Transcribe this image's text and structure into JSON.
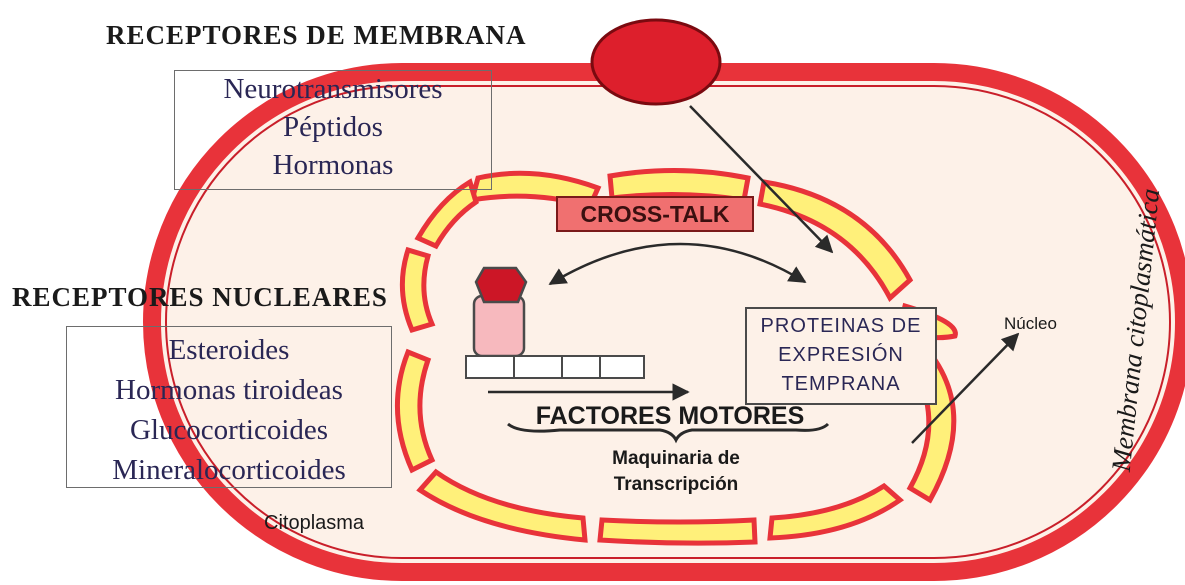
{
  "membrane_receptors": {
    "title": "RECEPTORES DE MEMBRANA",
    "items": [
      "Neurotransmisores",
      "Péptidos",
      "Hormonas"
    ]
  },
  "nuclear_receptors": {
    "title": "RECEPTORES NUCLEARES",
    "items": [
      "Esteroides",
      "Hormonas tiroideas",
      "Glucocorticoides",
      "Mineralocorticoides"
    ]
  },
  "cross_talk": "CROSS-TALK",
  "early_proteins": [
    "PROTEINAS DE",
    "EXPRESIÓN",
    "TEMPRANA"
  ],
  "nucleus_label": "Núcleo",
  "motor_factors": "FACTORES MOTORES",
  "transcription": [
    "Maquinaria de",
    "Transcripción"
  ],
  "cytoplasm_label": "Citoplasma",
  "membrane_label": "Membrana citoplasmática",
  "colors": {
    "membrane": "#e8333a",
    "cytoplasm": "#fdf1e8",
    "nuclear_envelope": "#fff07a",
    "receptor": "#dd1f2c",
    "cross_talk_box": "#f07070",
    "text": "#2a2755"
  }
}
